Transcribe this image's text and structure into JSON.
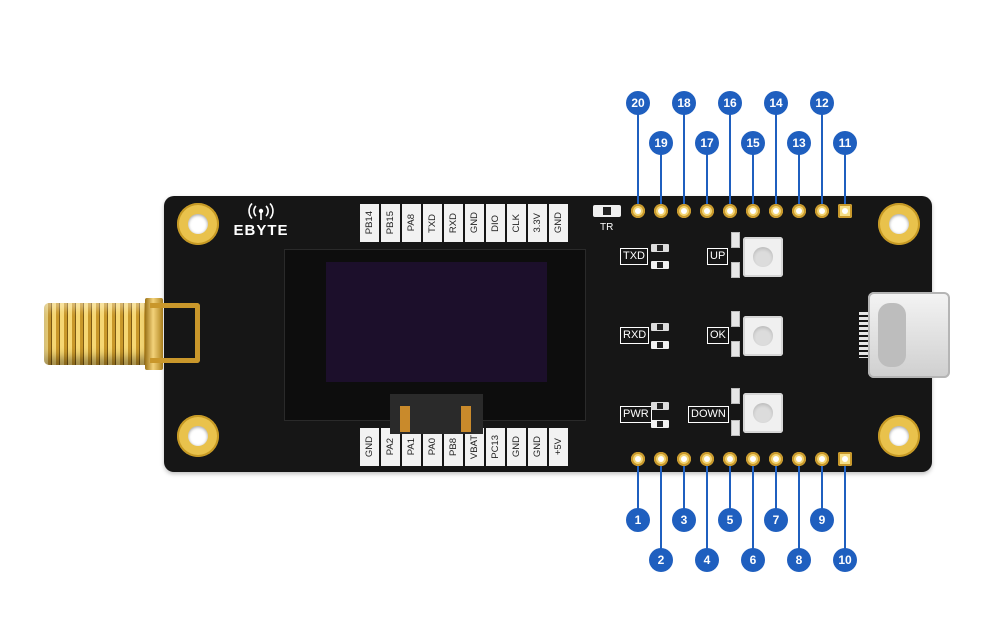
{
  "logo": {
    "brand": "EBYTE",
    "icon": "antenna-signal-icon"
  },
  "top_pin_labels": [
    "PB14",
    "PB15",
    "PA8",
    "TXD",
    "RXD",
    "GND",
    "DIO",
    "CLK",
    "3.3V",
    "GND"
  ],
  "bottom_pin_labels": [
    "GND",
    "PA2",
    "PA1",
    "PA0",
    "PB8",
    "VBAT",
    "PC13",
    "GND",
    "GND",
    "+5V"
  ],
  "indicators": {
    "tr": "TR",
    "txd": "TXD",
    "rxd": "RXD",
    "pwr": "PWR"
  },
  "buttons": {
    "up": "UP",
    "ok": "OK",
    "down": "DOWN"
  },
  "top_callouts": [
    "20",
    "19",
    "18",
    "17",
    "16",
    "15",
    "14",
    "13",
    "12",
    "11"
  ],
  "bottom_callouts": [
    "1",
    "2",
    "3",
    "4",
    "5",
    "6",
    "7",
    "8",
    "9",
    "10"
  ],
  "colors": {
    "board": "#161616",
    "callout": "#1f5fbf",
    "gold": "#e9c24c",
    "oled": "#1c0f2b"
  }
}
